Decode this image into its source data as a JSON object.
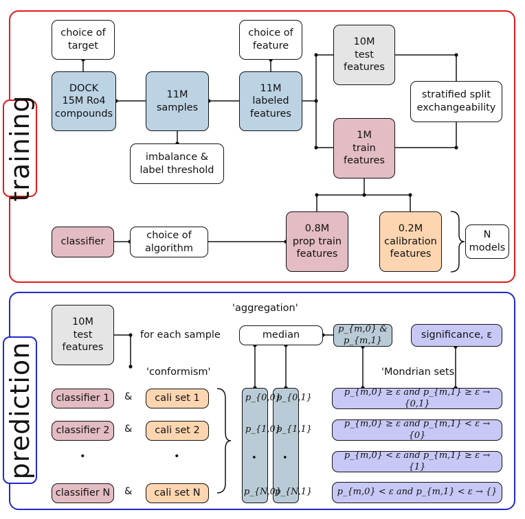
{
  "panels": {
    "training_label": "training",
    "prediction_label": "prediction"
  },
  "training": {
    "choice_target": "choice of\ntarget",
    "dock": "DOCK\n15M Ro4\ncompounds",
    "samples": "11M\nsamples",
    "imbalance": "imbalance &\nlabel threshold",
    "choice_feature": "choice of\nfeature",
    "labeled": "11M\nlabeled\nfeatures",
    "test": "10M\ntest\nfeatures",
    "stratified": "stratified split\nexchangeability",
    "train": "1M\ntrain\nfeatures",
    "classifier": "classifier",
    "choice_algorithm": "choice of\nalgorithm",
    "prop_train": "0.8M\nprop train\nfeatures",
    "calibration": "0.2M\ncalibration\nfeatures",
    "n_models": "N\nmodels"
  },
  "prediction": {
    "test": "10M\ntest\nfeatures",
    "for_each": "for each sample",
    "conformism": "'conformism'",
    "aggregation": "'aggregation'",
    "median": "median",
    "p_pair": "p_{m,0} & p_{m,1}",
    "significance": "significance, ε",
    "mondrian": "'Mondrian sets'",
    "classifiers": [
      "classifier 1",
      "classifier 2",
      "classifier N"
    ],
    "ampersand": "&",
    "cali_sets": [
      "cali set 1",
      "cali set 2",
      "cali set N"
    ],
    "dots": "•",
    "col0": [
      "p_{0,0}",
      "p_{1,0}",
      "•",
      "p_{N,0}"
    ],
    "col1": [
      "p_{0,1}",
      "p_{1,1}",
      "•",
      "p_{N,1}"
    ],
    "rules": [
      "p_{m,0} ≥ ε and p_{m,1} ≥ ε → {0,1}",
      "p_{m,0} ≥ ε and p_{m,1} < ε → {0}",
      "p_{m,0} < ε and p_{m,1} ≥ ε → {1}",
      "p_{m,0} < ε and p_{m,1} < ε → {}"
    ]
  },
  "colors": {
    "training_frame": "#e0191c",
    "prediction_frame": "#1f28c9",
    "blue_box": "#bcd3e4",
    "pink_box": "#e4bcc3",
    "grey_box": "#e5e5e5",
    "orange_box": "#fdd6b1",
    "lavender_box": "#c8c8f7"
  }
}
